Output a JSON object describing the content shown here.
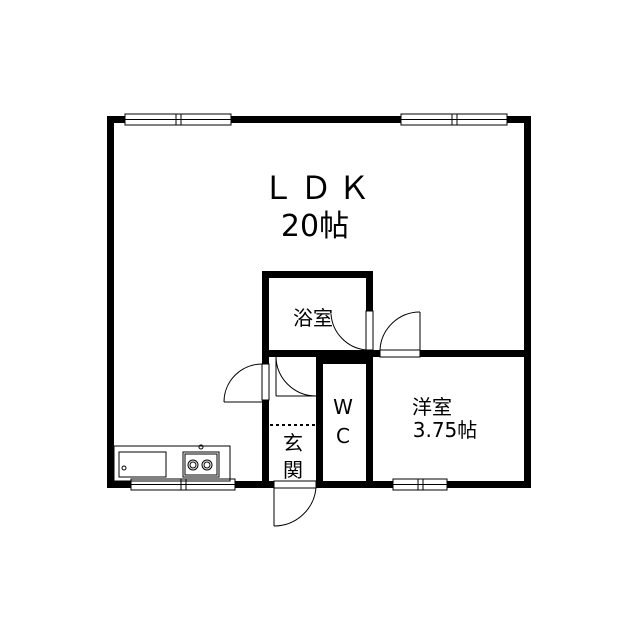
{
  "rooms": {
    "ldk": {
      "name": "ＬＤＫ",
      "size": "20帖"
    },
    "bath": {
      "name": "浴室"
    },
    "wc": {
      "line1": "W",
      "line2": "C"
    },
    "entrance": {
      "line1": "玄",
      "line2": "関"
    },
    "western": {
      "name": "洋室",
      "size": "3.75帖"
    }
  }
}
